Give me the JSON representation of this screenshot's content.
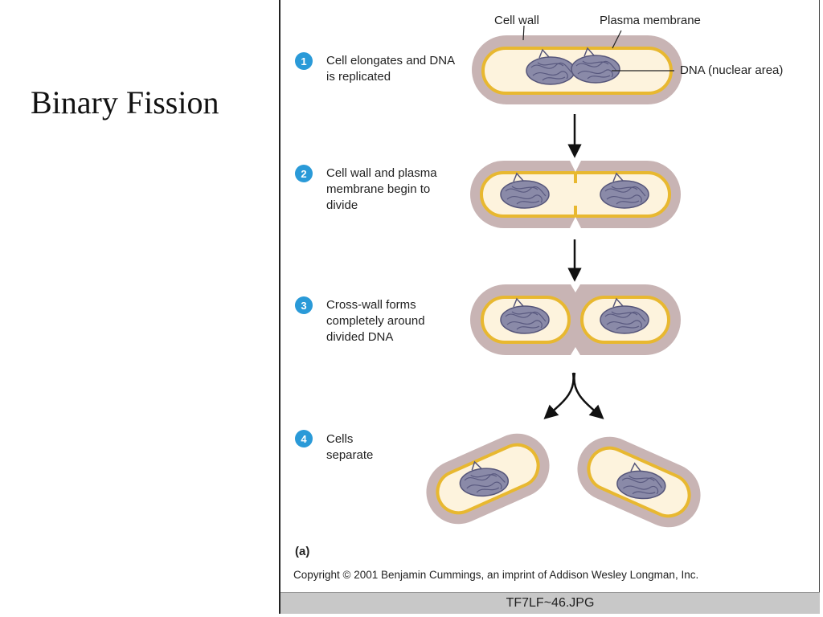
{
  "slide": {
    "title": "Binary Fission"
  },
  "figure": {
    "labels": {
      "cell_wall": "Cell wall",
      "plasma_membrane": "Plasma membrane",
      "dna": "DNA (nuclear area)"
    },
    "steps": [
      {
        "number": "1",
        "text": "Cell elongates and DNA is replicated"
      },
      {
        "number": "2",
        "text": "Cell wall and plasma membrane begin to divide"
      },
      {
        "number": "3",
        "text": "Cross-wall forms completely around divided DNA"
      },
      {
        "number": "4",
        "text": "Cells separate"
      }
    ],
    "panel_letter": "(a)",
    "copyright": "Copyright © 2001 Benjamin Cummings, an imprint of Addison Wesley Longman, Inc.",
    "caption": "TF7LF~46.JPG",
    "colors": {
      "cell_wall": "#c8b4b4",
      "membrane": "#e8b830",
      "cytoplasm": "#fdf3dd",
      "dna": "#8a8aa8",
      "badge": "#2a9ad8"
    }
  }
}
